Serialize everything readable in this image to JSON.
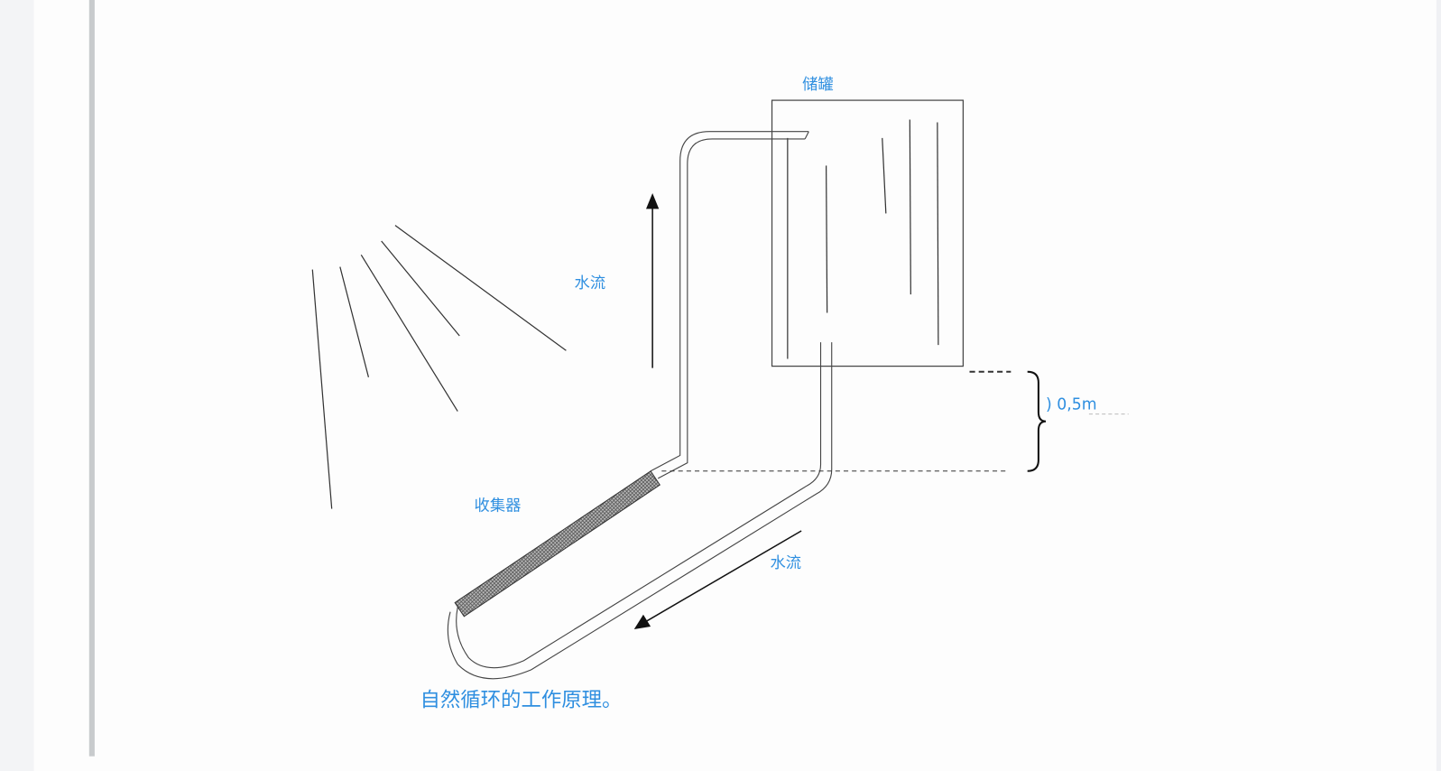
{
  "document": {
    "figure": {
      "labels": {
        "tank": "储罐",
        "flow_up": "水流",
        "height": ") 0,5m",
        "collector": "收集器",
        "flow_down": "水流"
      },
      "caption": "自然循环的工作原理。"
    }
  },
  "colors": {
    "label": "#2f8fe0",
    "side_panel": "#f3f4f6",
    "page_border": "#c8cbcd"
  }
}
